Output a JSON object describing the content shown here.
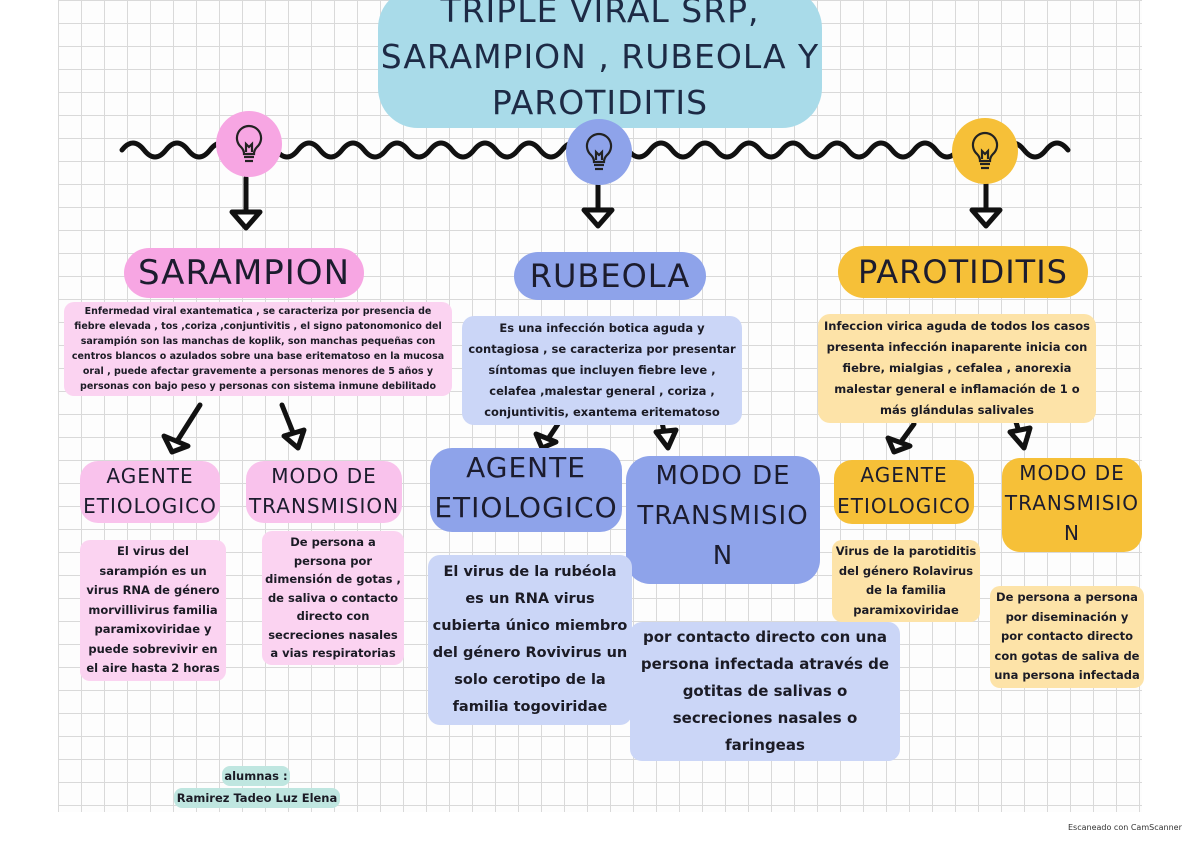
{
  "title": {
    "line1": "TRIPLE VIRAL SRP,",
    "line2": "SARAMPION , RUBEOLA Y",
    "line3": "PAROTIDITIS"
  },
  "colors": {
    "title_bg": "#a9dbe9",
    "sarampion": "#f7a6e3",
    "sarampion_light": "#fbd3f1",
    "rubeola": "#8ea3ea",
    "rubeola_light": "#cbd6f7",
    "parotiditis": "#f6c038",
    "parotiditis_light": "#fde3a8",
    "credits": "#bfe6e0"
  },
  "icons": [
    "lightbulb-icon",
    "arrow-down-icon"
  ],
  "sarampion": {
    "heading": "SARAMPION",
    "description": "Enfermedad viral exantematica , se caracteriza por presencia de fiebre elevada , tos ,coriza ,conjuntivitis , el signo patonomonico del sarampión son las manchas de koplik, son manchas pequeñas con centros blancos o azulados sobre una base eritematoso en la mucosa oral , puede afectar gravemente a personas menores de 5 años y personas con bajo peso y personas con sistema inmune debilitado",
    "agent_heading_1": "AGENTE",
    "agent_heading_2": "ETIOLOGICO",
    "agent_text": "El virus del sarampión es un virus RNA de género morvillivirus familia paramixoviridae y puede sobrevivir en el aire hasta 2 horas",
    "mode_heading_1": "MODO DE",
    "mode_heading_2": "TRANSMISION",
    "mode_text": "De persona a persona por dimensión de gotas , de saliva o contacto directo con secreciones nasales a vias respiratorias"
  },
  "rubeola": {
    "heading": "RUBEOLA",
    "description": "Es una infección botica aguda y contagiosa , se caracteriza por presentar síntomas que incluyen fiebre leve , celafea ,malestar general , coriza , conjuntivitis, exantema eritematoso",
    "agent_heading_1": "AGENTE",
    "agent_heading_2": "ETIOLOGICO",
    "agent_text": "El virus de la rubéola es un RNA virus cubierta único miembro del género Rovivirus un solo cerotipo de la familia togoviridae",
    "mode_heading_1": "MODO DE",
    "mode_heading_2": "TRANSMISIO",
    "mode_heading_3": "N",
    "mode_text": "por contacto directo con una persona infectada através de gotitas de salivas o secreciones nasales o faringeas"
  },
  "parotiditis": {
    "heading": "PAROTIDITIS",
    "description": "Infeccion virica aguda de todos los casos presenta infección inaparente inicia con fiebre, mialgias , cefalea , anorexia malestar general e inflamación de 1 o más glándulas salivales",
    "agent_heading_1": "AGENTE",
    "agent_heading_2": "ETIOLOGICO",
    "agent_text": "Virus de la parotiditis del género Rolavirus de la familia paramixoviridae",
    "mode_heading_1": "MODO DE",
    "mode_heading_2": "TRANSMISIO",
    "mode_heading_3": "N",
    "mode_text": "De persona a persona por diseminación y por contacto directo con gotas de saliva de una persona infectada"
  },
  "credits": {
    "label": "alumnas :",
    "name1": "Ramirez Tadeo Luz Elena"
  },
  "footer": {
    "scanner": "Escaneado con CamScanner"
  }
}
